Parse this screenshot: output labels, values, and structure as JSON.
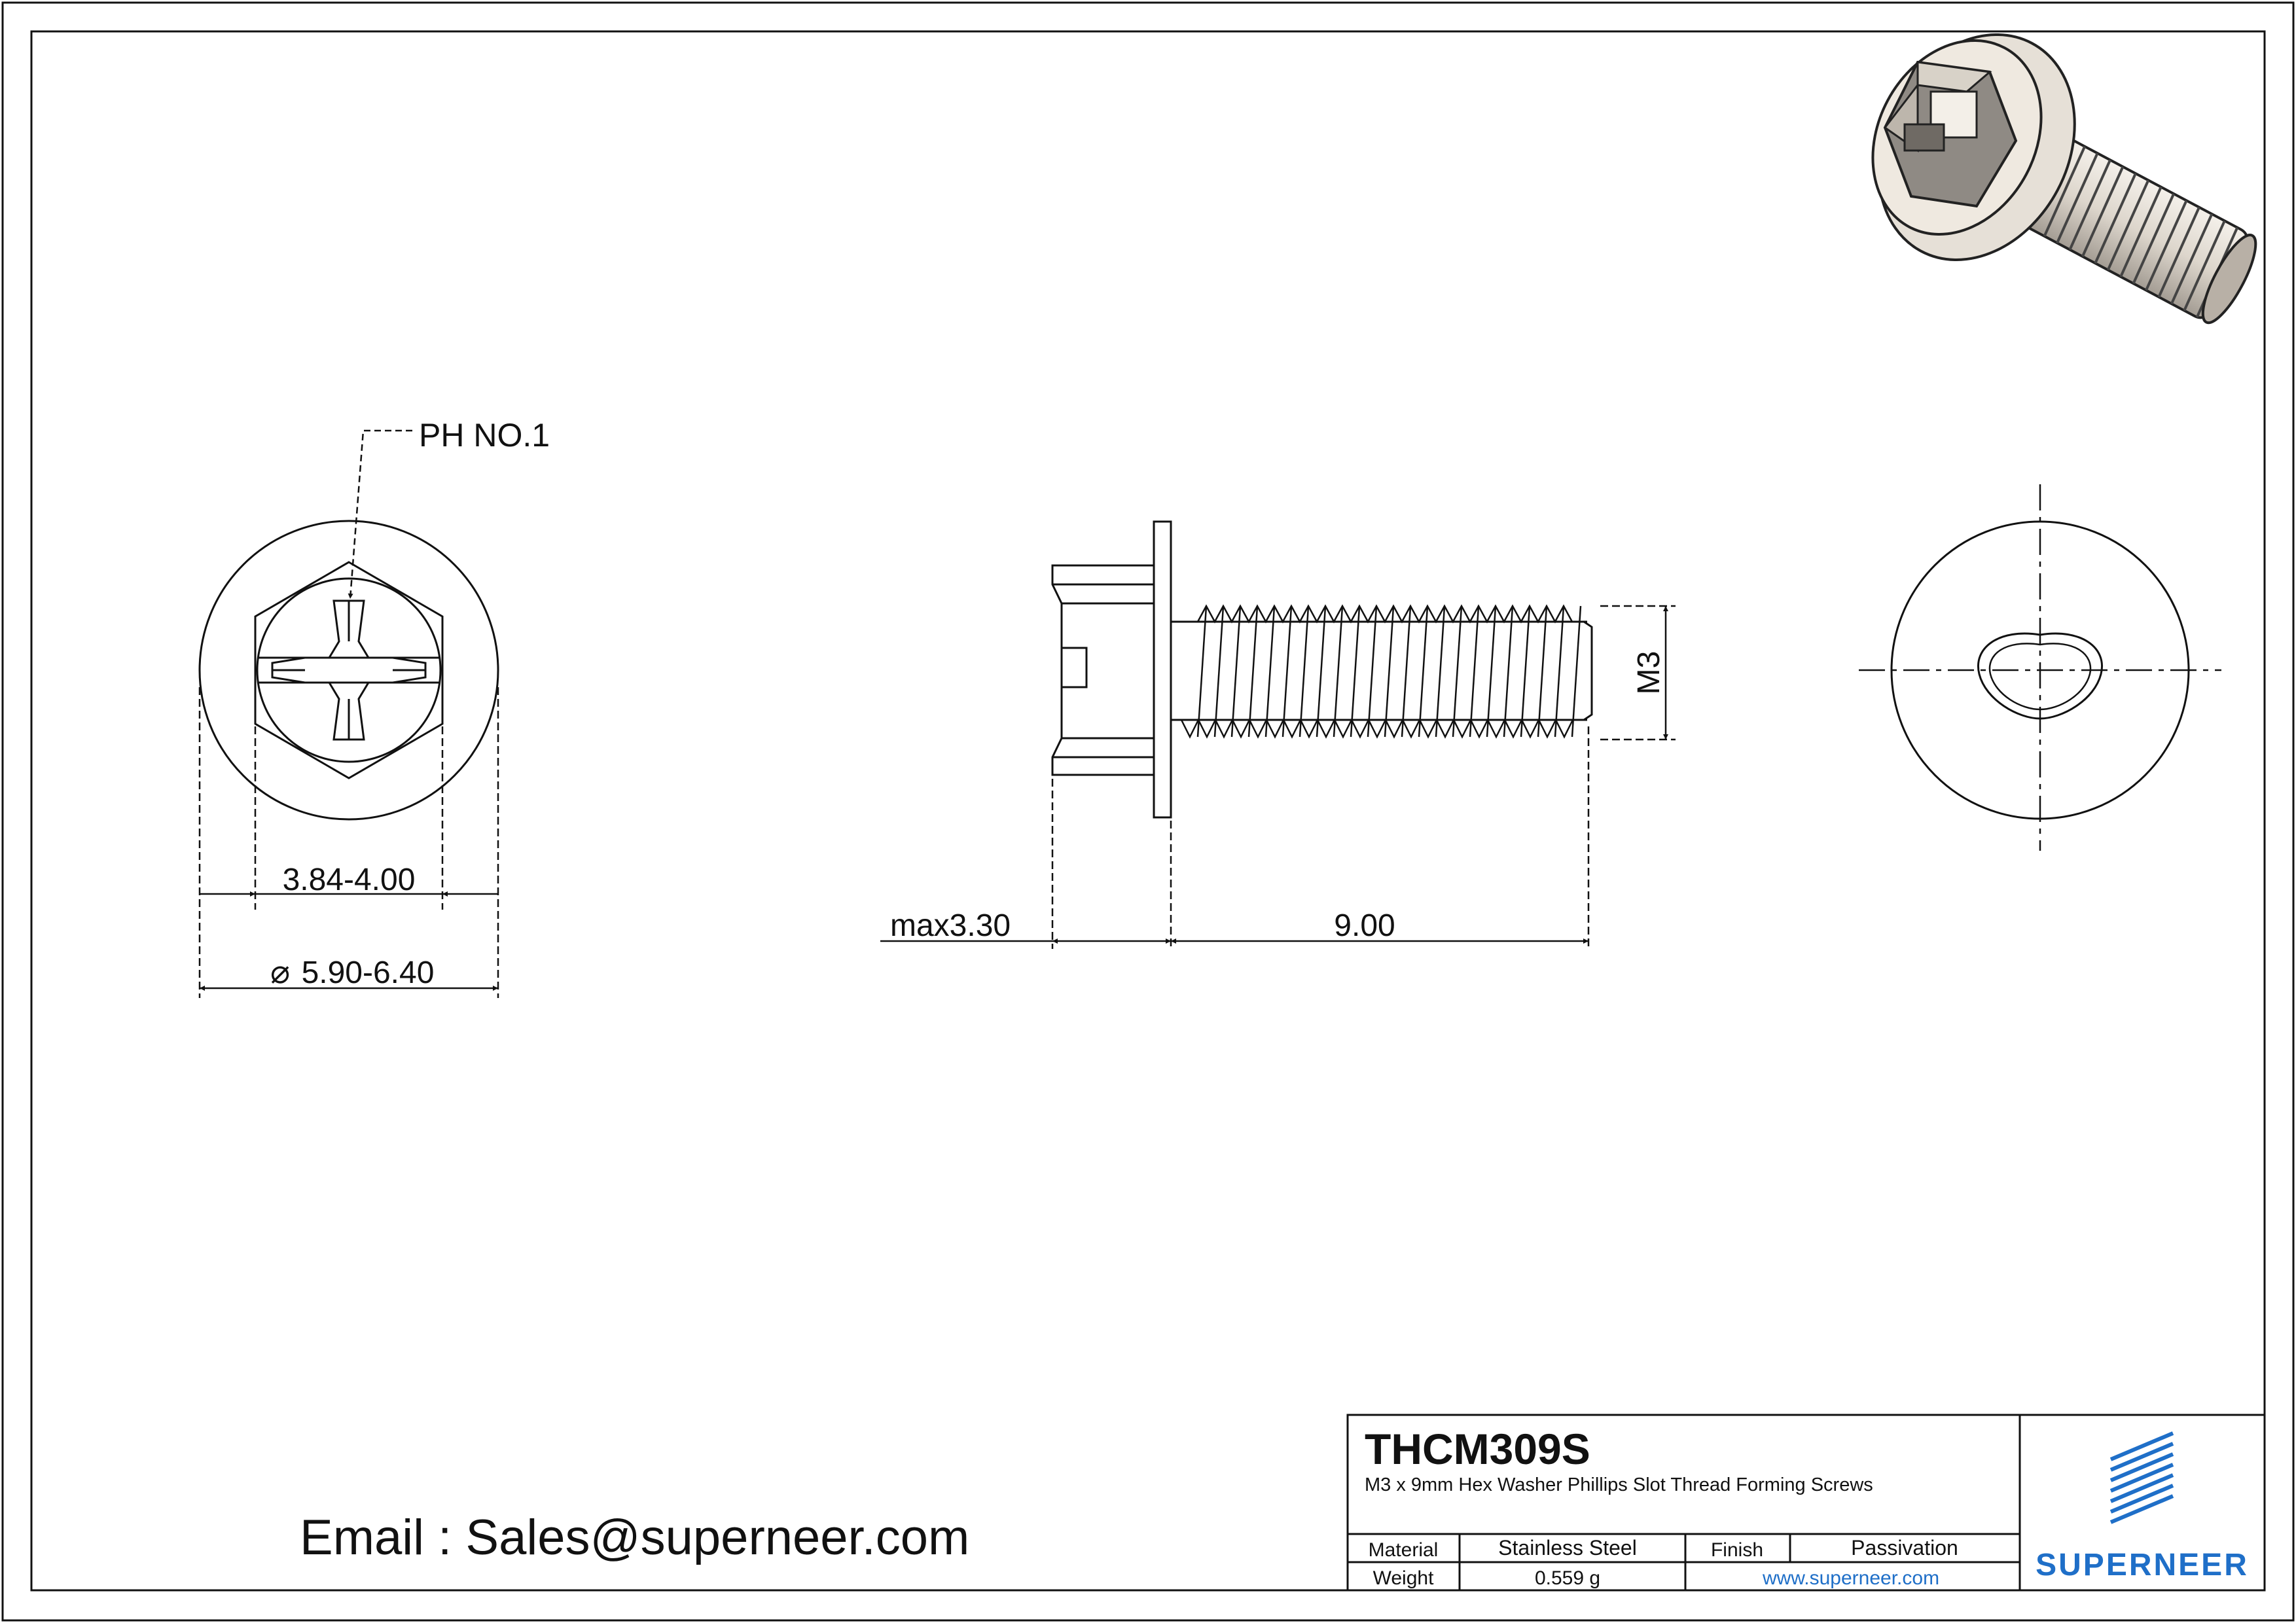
{
  "front_view": {
    "callout": "PH NO.1",
    "dim_inner": "3.84-4.00",
    "dim_outer_symbol": "⌀",
    "dim_outer": "5.90-6.40"
  },
  "side_view": {
    "dim_head": "max3.30",
    "dim_length": "9.00",
    "dim_thread": "M3"
  },
  "email": "Email : Sales@superneer.com",
  "title_block": {
    "part_number": "THCM309S",
    "description": "M3 x 9mm Hex Washer Phillips Slot Thread Forming  Screws",
    "material_label": "Material",
    "material_value": "Stainless Steel",
    "finish_label": "Finish",
    "finish_value": "Passivation",
    "weight_label": "Weight",
    "weight_value": "0.559 g",
    "website": "www.superneer.com",
    "brand": "SUPERNEER"
  },
  "colors": {
    "line": "#111111",
    "brand_blue": "#1f6fc8",
    "steel_light": "#e9e3da",
    "steel_dark": "#8f8a84"
  }
}
